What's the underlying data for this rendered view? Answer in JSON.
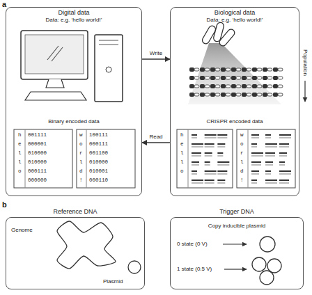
{
  "diagram": {
    "nodes": [
      {
        "text": [
          "Digital data"
        ]
      },
      {
        "text": [
          "Biological data"
        ]
      },
      {
        "text": [
          "Reference DNA"
        ]
      },
      {
        "text": [
          "Trigger DNA"
        ]
      }
    ],
    "edges": [
      {
        "from": 0,
        "to": 1,
        "arrow": "to",
        "label": "Write"
      },
      {
        "from": 1,
        "to": 0,
        "arrow": "to",
        "label": "Read"
      }
    ],
    "labels": [
      "a",
      "Data: e.g. ‘hello world!’",
      "Binary encoded data",
      "h",
      "001111",
      "e",
      "000001",
      "l",
      "010000",
      "l",
      "010000",
      "o",
      "000111",
      "000000",
      "w",
      "100111",
      "o",
      "000111",
      "r",
      "001100",
      "l",
      "010000",
      "d",
      "010001",
      "!",
      "000110",
      "Data: e.g. ‘hello world!’",
      "CRISPR encoded data",
      "h",
      "e",
      "l",
      "l",
      "o",
      "w",
      "o",
      "r",
      "l",
      "d",
      "!",
      "Population",
      "b",
      "Genome",
      "Plasmid",
      "Copy inducible plasmid",
      "0 state (0 V)",
      "1 state (0.5 V)"
    ]
  }
}
